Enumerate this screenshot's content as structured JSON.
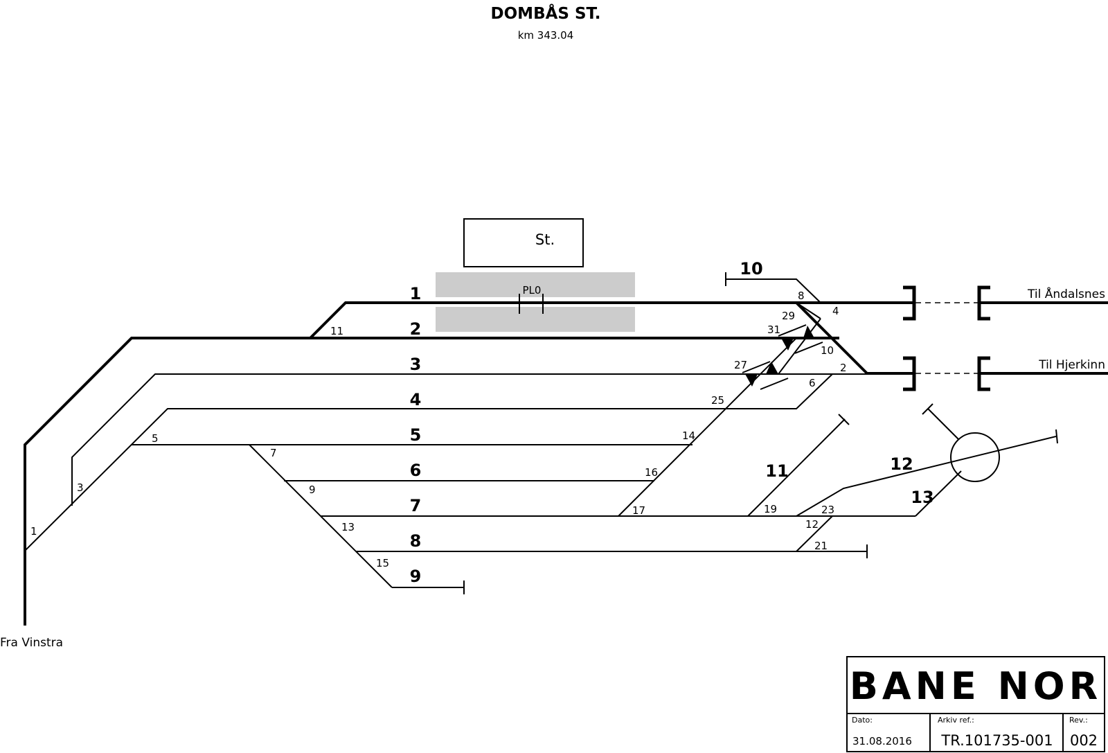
{
  "title": {
    "station": "DOMBÅS ST.",
    "km": "km 343.04"
  },
  "station_building": "St.",
  "platform_marker": "PL0",
  "directions": {
    "andalsnes": "Til Åndalsnes",
    "hjerkinn": "Til Hjerkinn",
    "vinstra": "Fra Vinstra"
  },
  "tracks": {
    "t1": "1",
    "t2": "2",
    "t3": "3",
    "t4": "4",
    "t5": "5",
    "t6": "6",
    "t7": "7",
    "t8": "8",
    "t9": "9",
    "t10": "10",
    "t11": "11",
    "t12": "12",
    "t13": "13"
  },
  "switches": {
    "s1": "1",
    "s2": "2",
    "s3": "3",
    "s4": "4",
    "s5": "5",
    "s6": "6",
    "s7": "7",
    "s8": "8",
    "s9": "9",
    "s10": "10",
    "s11": "11",
    "s12": "12",
    "s13": "13",
    "s14": "14",
    "s15": "15",
    "s16": "16",
    "s17": "17",
    "s19": "19",
    "s21": "21",
    "s23": "23",
    "s25": "25",
    "s27": "27",
    "s29": "29",
    "s31": "31"
  },
  "title_block": {
    "company": "BANE NOR",
    "date_label": "Dato:",
    "date_value": "31.08.2016",
    "archive_label": "Arkiv ref.:",
    "archive_value": "TR.101735-001",
    "rev_label": "Rev.:",
    "rev_value": "002"
  }
}
